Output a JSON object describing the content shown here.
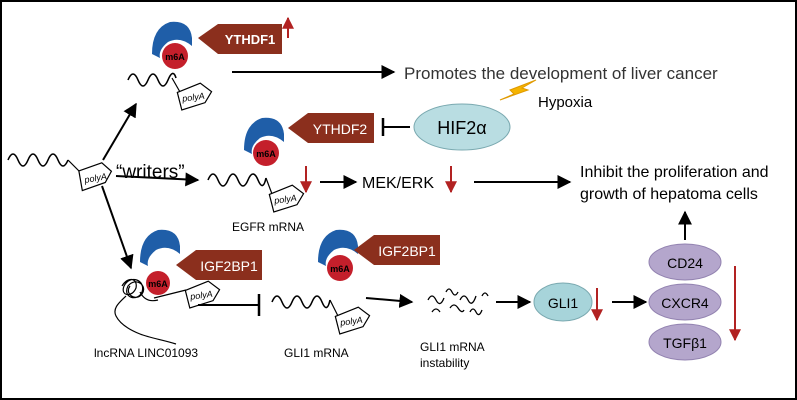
{
  "readers": {
    "ythdf1": "YTHDF1",
    "ythdf2": "YTHDF2",
    "igf2bp1_a": "IGF2BP1",
    "igf2bp1_b": "IGF2BP1"
  },
  "modification": {
    "m6a_1": "m6A",
    "m6a_2": "m6A",
    "m6a_3": "m6A",
    "m6a_4": "m6A"
  },
  "tails": {
    "polya_start": "polyA",
    "polya_ythdf1": "polyA",
    "polya_egfr": "polyA",
    "polya_lnc": "polyA",
    "polya_gli1": "polyA"
  },
  "labels": {
    "writers": "“writers”",
    "promotes": "Promotes the development of liver cancer",
    "hypoxia": "Hypoxia",
    "hif2a": "HIF2α",
    "mek_erk": "MEK/ERK",
    "inhibit_line1": "Inhibit the proliferation and",
    "inhibit_line2": "growth of hepatoma cells",
    "egfr_mrna": "EGFR mRNA",
    "lncrna": "lncRNA LINC01093",
    "gli1_mrna": "GLI1 mRNA",
    "gli1_instab_1": "GLI1 mRNA",
    "gli1_instab_2": "instability",
    "gli1_protein": "GLI1",
    "cd24": "CD24",
    "cxcr4": "CXCR4",
    "tgfb1": "TGFβ1"
  },
  "colors": {
    "reader": "#8b2f1d",
    "reader_text": "#ffffff",
    "m6a": "#c41f2b",
    "cap": "#1f5ea8",
    "hif": "#b9dde2",
    "gli": "#a7d4da",
    "targets": "#b4a6cc",
    "lightning": "#f5b400",
    "regulation_arrow": "#b22222",
    "line": "#000000"
  }
}
